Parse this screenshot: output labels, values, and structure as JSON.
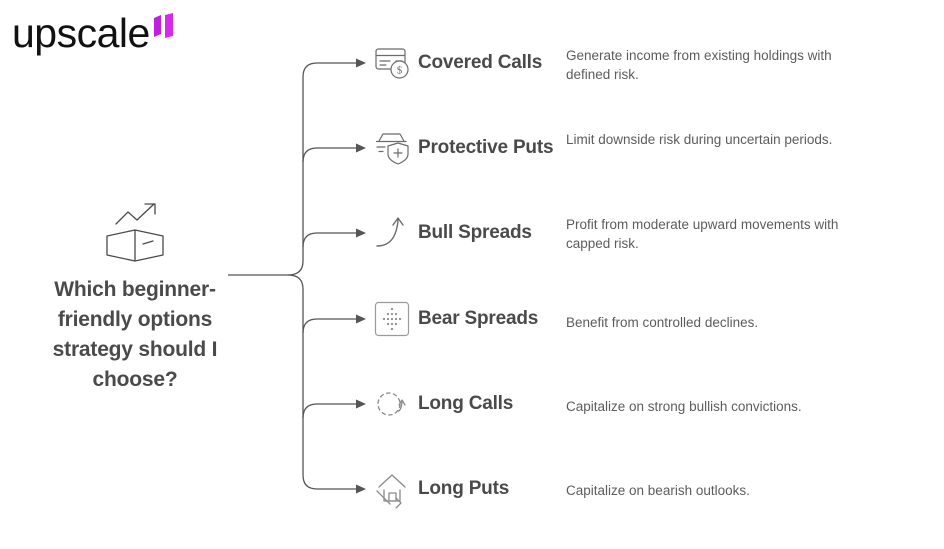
{
  "brand": {
    "wordmark": "upscale",
    "mark_icon": "upscale-logo-mark",
    "mark_colors": [
      "#c01fe0",
      "#d62ae8"
    ]
  },
  "diagram": {
    "type": "mindmap",
    "root": {
      "icon": "open-book-trending-up-icon",
      "question": "Which beginner-friendly options strategy should I choose?"
    },
    "branches": [
      {
        "icon": "credit-card-dollar-coin-icon",
        "title": "Covered Calls",
        "description": "Generate income from existing holdings with defined risk."
      },
      {
        "icon": "card-shield-plus-icon",
        "title": "Protective Puts",
        "description": "Limit downside risk during uncertain periods."
      },
      {
        "icon": "curved-up-arrow-icon",
        "title": "Bull Spreads",
        "description": "Profit from moderate upward movements with capped risk."
      },
      {
        "icon": "dotted-pyramid-square-icon",
        "title": "Bear Spreads",
        "description": "Benefit from controlled declines."
      },
      {
        "icon": "dashed-circle-up-arrow-icon",
        "title": "Long Calls",
        "description": "Capitalize on strong bullish convictions."
      },
      {
        "icon": "house-down-arrow-icon",
        "title": "Long Puts",
        "description": "Capitalize on bearish outlooks."
      }
    ]
  },
  "style": {
    "text_color": "#4a4a4a",
    "desc_color": "#5c5c5c",
    "line_color": "#555555",
    "background": "#ffffff"
  }
}
